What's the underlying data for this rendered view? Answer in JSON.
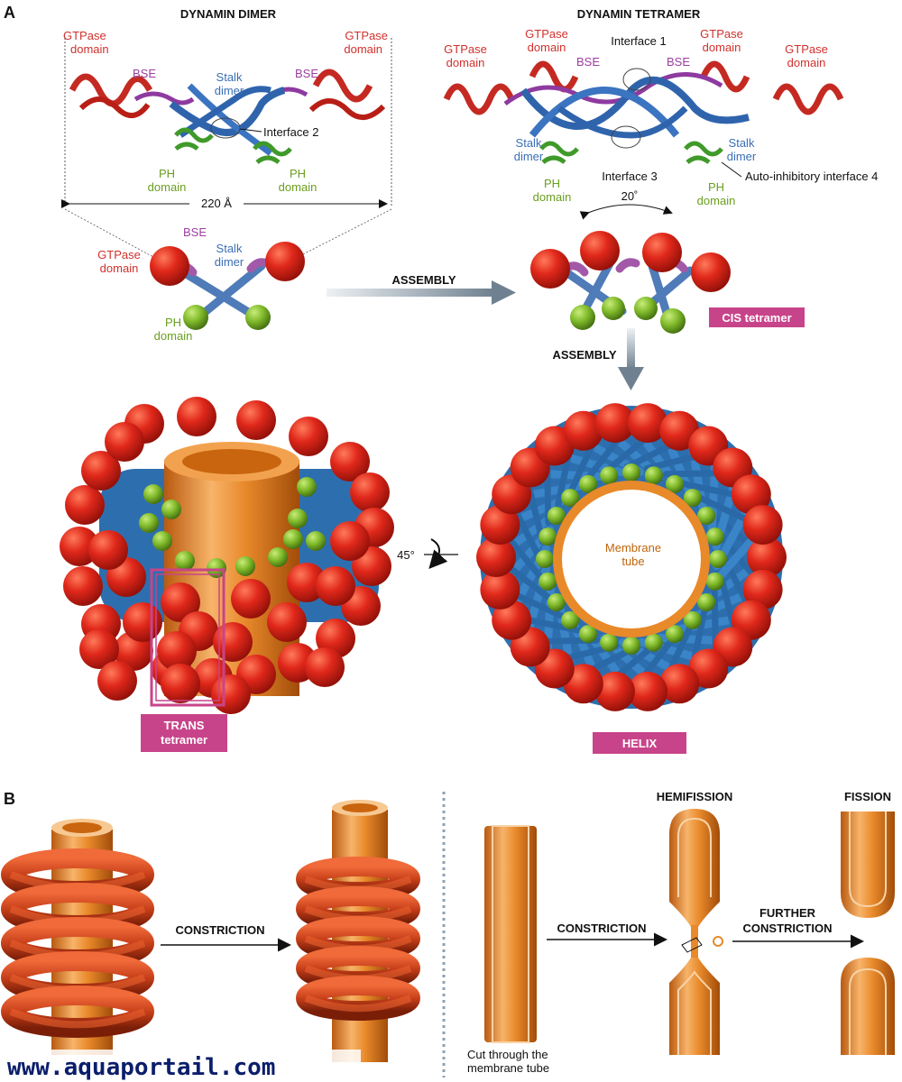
{
  "panel_a": {
    "letter": "A",
    "dimer": {
      "title": "DYNAMIN DIMER",
      "gtpase_left": [
        "GTPase",
        "domain"
      ],
      "gtpase_right": [
        "GTPase",
        "domain"
      ],
      "bse_left": "BSE",
      "bse_right": "BSE",
      "stalk": [
        "Stalk",
        "dimer"
      ],
      "interface2": "Interface 2",
      "ph_left": [
        "PH",
        "domain"
      ],
      "ph_right": [
        "PH",
        "domain"
      ],
      "width": "220 Å"
    },
    "tetramer": {
      "title": "DYNAMIN TETRAMER",
      "gtpase": [
        [
          "GTPase",
          "domain"
        ],
        [
          "GTPase",
          "domain"
        ],
        [
          "GTPase",
          "domain"
        ],
        [
          "GTPase",
          "domain"
        ]
      ],
      "interface1": "Interface 1",
      "bse_left": "BSE",
      "bse_right": "BSE",
      "stalk_left": [
        "Stalk",
        "dimer"
      ],
      "stalk_right": [
        "Stalk",
        "dimer"
      ],
      "interface3": "Interface 3",
      "interface4": "Auto-inhibitory interface 4",
      "ph_left": [
        "PH",
        "domain"
      ],
      "ph_right": [
        "PH",
        "domain"
      ],
      "angle": "20˚"
    },
    "schematic": {
      "gtpase": [
        "GTPase",
        "domain"
      ],
      "bse": "BSE",
      "stalk": [
        "Stalk",
        "dimer"
      ],
      "ph": [
        "PH",
        "domain"
      ],
      "assembly1": "ASSEMBLY",
      "assembly2": "ASSEMBLY",
      "cis": "CIS tetramer",
      "trans": [
        "TRANS",
        "tetramer"
      ],
      "helix": "HELIX",
      "rotation": "45°",
      "membrane": [
        "Membrane",
        "tube"
      ]
    }
  },
  "panel_b": {
    "letter": "B",
    "constriction1": "CONSTRICTION",
    "constriction2": "CONSTRICTION",
    "further": [
      "FURTHER",
      "CONSTRICTION"
    ],
    "hemifission": "HEMIFISSION",
    "fission": "FISSION",
    "cut": [
      "Cut through the",
      "membrane tube"
    ]
  },
  "watermark": "www.aquaportail.com",
  "colors": {
    "gtpase": "#d62a1e",
    "bse": "#9b3fa0",
    "stalk": "#3a78c0",
    "ph": "#7fb92a",
    "membrane": "#e8892a",
    "label_pink": "#c8448a"
  }
}
